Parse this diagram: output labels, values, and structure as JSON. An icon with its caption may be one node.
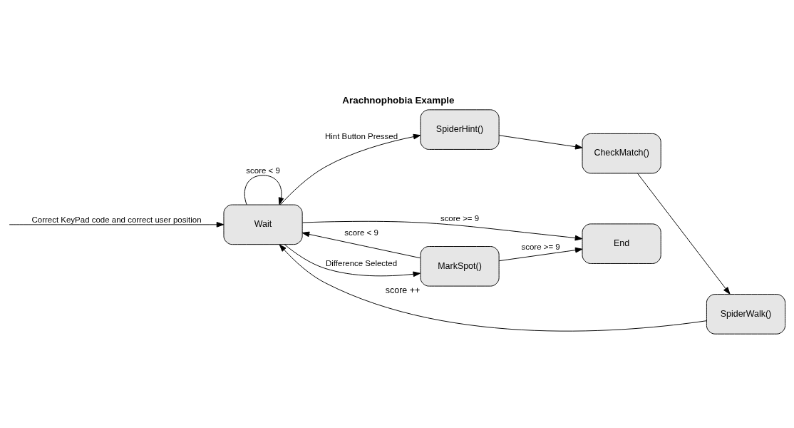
{
  "diagram": {
    "title": "Arachnophobia Example",
    "nodes": [
      {
        "text": [
          "Wait"
        ]
      },
      {
        "text": [
          "MarkSpot()"
        ],
        "beside": [
          "score ++"
        ]
      },
      {
        "text": [
          "SpiderHint()"
        ]
      },
      {
        "text": [
          "CheckMatch()"
        ]
      },
      {
        "text": [
          "SpiderWalk()"
        ]
      },
      {
        "text": [
          "End"
        ]
      }
    ],
    "edges": [
      {
        "from": null,
        "to": 0,
        "arrow": "to",
        "label": "Correct KeyPad code and correct user position"
      },
      {
        "from": 0,
        "to": 0,
        "arrow": "to",
        "label": "score < 9"
      },
      {
        "from": 0,
        "to": 1,
        "arrow": "to",
        "label": "Difference Selected"
      },
      {
        "from": 1,
        "to": 0,
        "arrow": "to",
        "label": "score < 9"
      },
      {
        "from": 1,
        "to": 5,
        "arrow": "to",
        "label": "score >= 9"
      },
      {
        "from": 0,
        "to": 2,
        "arrow": "to",
        "label": "Hint Button Pressed"
      },
      {
        "from": 2,
        "to": 3,
        "arrow": "to"
      },
      {
        "from": 3,
        "to": 4,
        "arrow": "to"
      },
      {
        "from": 4,
        "to": 0,
        "arrow": "to"
      },
      {
        "from": 0,
        "to": 5,
        "arrow": "to",
        "label": "score >= 9"
      }
    ]
  }
}
